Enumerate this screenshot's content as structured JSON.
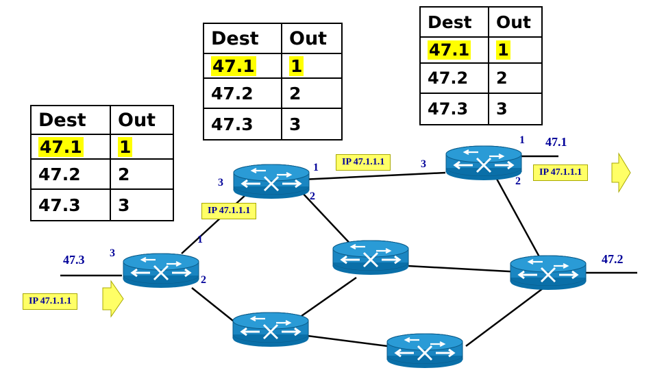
{
  "tables": [
    {
      "headers": [
        "Dest",
        "Out"
      ],
      "rows": [
        {
          "dest": "47.1",
          "out": "1",
          "highlight": true
        },
        {
          "dest": "47.2",
          "out": "2",
          "highlight": false
        },
        {
          "dest": "47.3",
          "out": "3",
          "highlight": false
        }
      ]
    },
    {
      "headers": [
        "Dest",
        "Out"
      ],
      "rows": [
        {
          "dest": "47.1",
          "out": "1",
          "highlight": true
        },
        {
          "dest": "47.2",
          "out": "2",
          "highlight": false
        },
        {
          "dest": "47.3",
          "out": "3",
          "highlight": false
        }
      ]
    },
    {
      "headers": [
        "Dest",
        "Out"
      ],
      "rows": [
        {
          "dest": "47.1",
          "out": "1",
          "highlight": true
        },
        {
          "dest": "47.2",
          "out": "2",
          "highlight": false
        },
        {
          "dest": "47.3",
          "out": "3",
          "highlight": false
        }
      ]
    }
  ],
  "packets": [
    "IP 47.1.1.1",
    "IP 47.1.1.1",
    "IP 47.1.1.1",
    "IP 47.1.1.1"
  ],
  "networks": [
    "47.3",
    "47.1",
    "47.2"
  ],
  "ports": {
    "r1": [
      "3",
      "1",
      "2"
    ],
    "r2": [
      "3",
      "1",
      "2"
    ],
    "r3": [
      "3",
      "1",
      "2"
    ]
  },
  "colors": {
    "highlight": "#ffff00",
    "label_blue": "#000099",
    "router_fill": "#1a86c2",
    "packet_fill": "#ffff66"
  },
  "icons": [
    "router-icon",
    "arrow-right-icon"
  ]
}
